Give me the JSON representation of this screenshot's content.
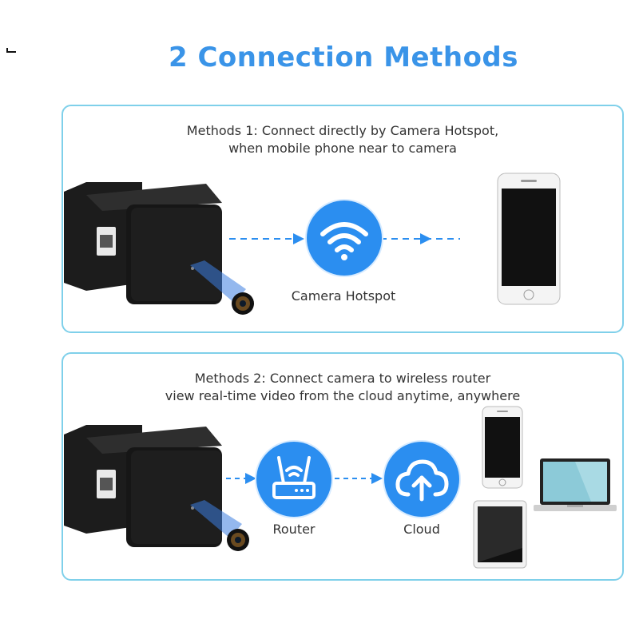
{
  "title": "2 Connection Methods",
  "method1": {
    "line1": "Methods 1: Connect directly by Camera Hotspot,",
    "line2": "when mobile phone near to camera",
    "hub_label": "Camera Hotspot"
  },
  "method2": {
    "line1": "Methods 2: Connect camera to wireless router",
    "line2": "view real-time video from the cloud anytime, anywhere",
    "router_label": "Router",
    "cloud_label": "Cloud"
  },
  "colors": {
    "accent": "#3a94e8",
    "circle": "#2b8ef0",
    "panel_border": "#7fd0ea"
  },
  "icons": [
    "wifi-icon",
    "router-icon",
    "cloud-upload-icon",
    "smartphone-icon",
    "laptop-icon",
    "tablet-icon",
    "camera-charger-icon"
  ]
}
